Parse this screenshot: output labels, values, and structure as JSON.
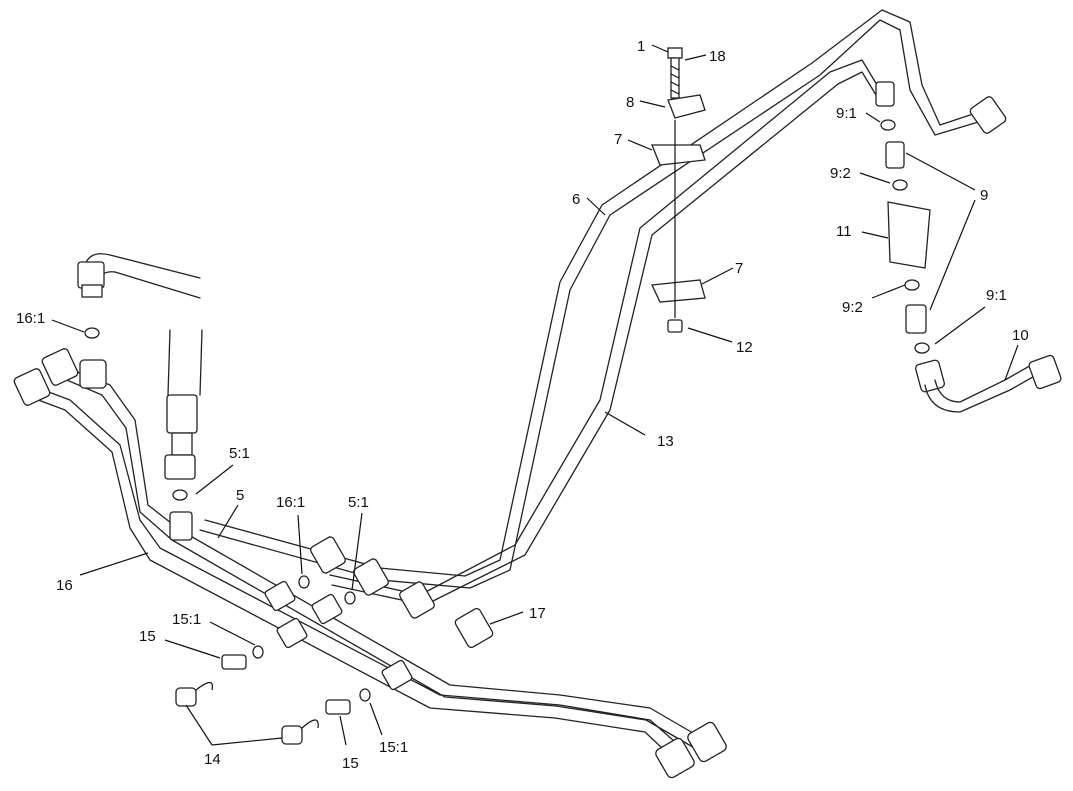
{
  "callouts": {
    "c1": "1",
    "c18": "18",
    "c8": "8",
    "c7a": "7",
    "c7b": "7",
    "c6": "6",
    "c12": "12",
    "c13": "13",
    "c9_1a": "9:1",
    "c9_2a": "9:2",
    "c9": "9",
    "c11": "11",
    "c9_2b": "9:2",
    "c9_1b": "9:1",
    "c10": "10",
    "c16_1a": "16:1",
    "c5_1a": "5:1",
    "c5": "5",
    "c16_1b": "16:1",
    "c5_1b": "5:1",
    "c16": "16",
    "c17": "17",
    "c15_1a": "15:1",
    "c15a": "15",
    "c14": "14",
    "c15b": "15",
    "c15_1b": "15:1"
  }
}
